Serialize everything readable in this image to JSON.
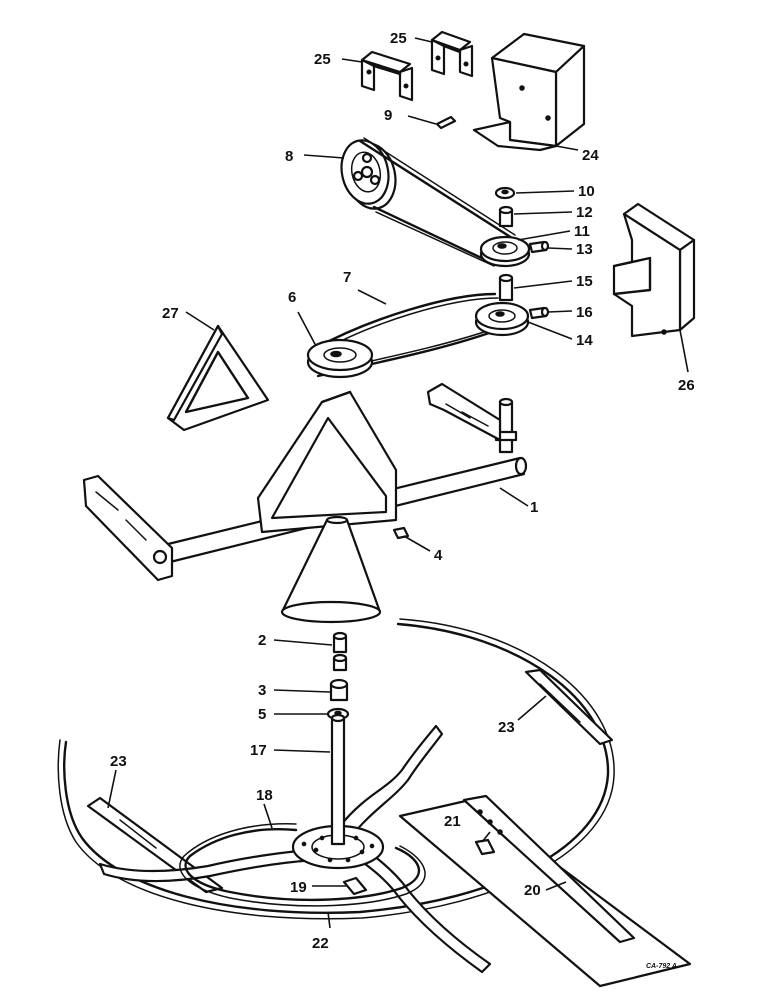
{
  "labels": {
    "p1": "1",
    "p2": "2",
    "p3": "3",
    "p4": "4",
    "p5": "5",
    "p6": "6",
    "p7": "7",
    "p8": "8",
    "p9": "9",
    "p10": "10",
    "p11": "11",
    "p12": "12",
    "p13": "13",
    "p14": "14",
    "p15": "15",
    "p16": "16",
    "p17": "17",
    "p18": "18",
    "p19": "19",
    "p20": "20",
    "p21": "21",
    "p22": "22",
    "p23a": "23",
    "p23b": "23",
    "p24": "24",
    "p25a": "25",
    "p25b": "25",
    "p26": "26",
    "p27": "27"
  },
  "figure_code": "CA-792 A"
}
